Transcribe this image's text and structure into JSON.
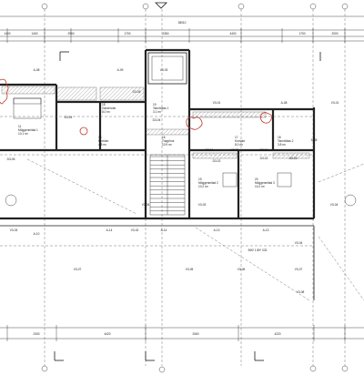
{
  "dims_top_total": "28010",
  "dims_top": [
    "1400",
    "1400",
    "2960",
    "1700",
    "2360",
    "4400",
    "1700",
    "2000"
  ],
  "dims_bottom": [
    "2300",
    "4420",
    "2060",
    "4220"
  ],
  "rooms": [
    {
      "id": "mogganmilad-1",
      "num": "11",
      "name": "Möggenmilad 1",
      "area": "10.1 m²"
    },
    {
      "id": "garderobe",
      "num": "18",
      "name": "Garderobe",
      "area": "8.0 m²"
    },
    {
      "id": "tannhutas-1",
      "num": "19",
      "name": "Tannhütas 1",
      "area": "3.1 m²"
    },
    {
      "id": "korridor-1",
      "num": "15",
      "name": "Korridor",
      "area": "4.8 m²"
    },
    {
      "id": "trapphus",
      "num": "16",
      "name": "Trapphus",
      "area": "10.9 m²"
    },
    {
      "id": "korridor-2",
      "num": "17",
      "name": "Korridor",
      "area": "8.0 m²"
    },
    {
      "id": "tannhutas-2",
      "num": "18",
      "name": "Tannhütas 2",
      "area": "3.8 m²"
    },
    {
      "id": "mogganmilad-2",
      "num": "19",
      "name": "Möggenmilad 2",
      "area": "10.2 m²"
    },
    {
      "id": "mogganmilad-3",
      "num": "20",
      "name": "Möggenmilad 3",
      "area": "10.2 m²"
    }
  ],
  "tags": {
    "a1": "A-08",
    "a2": "A-08",
    "a3": "A-09",
    "a4": "A-08",
    "a5": "A-10",
    "a6": "A-14",
    "a7": "A-14",
    "a8": "A-13",
    "a9": "A-13",
    "v1": "V3-03",
    "v2": "V3-01",
    "v3": "V3-01",
    "v4": "V3-02",
    "v5": "V3-03",
    "v6": "V3-02",
    "v7": "V3-04",
    "v8": "V3-04",
    "v9": "V3-07",
    "v10": "V3-05",
    "v11": "V3-03",
    "v12": "V3-06",
    "v13": "V3-07",
    "v14": "V3-04",
    "v15": "V3-08",
    "d1": "D3-05",
    "d2": "D3-04",
    "d3": "D3-04",
    "d4": "D3-03",
    "d5": "D3-02",
    "d6": "D3-01",
    "d7": "D3-06",
    "d8": "D3-02",
    "d9": "D3-01",
    "elev": "BH2 1 80* 032"
  }
}
